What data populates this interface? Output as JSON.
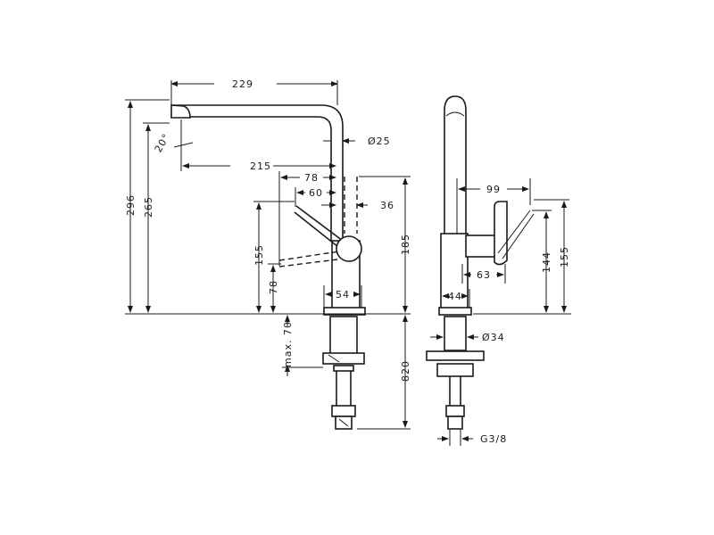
{
  "dimensions": {
    "reach_total": "229",
    "height_total": "296",
    "height_outlet": "265",
    "spout_diameter": "Ø25",
    "outlet_offset": "215",
    "handle_reach": "78",
    "handle_offset": "60",
    "body_offset": "36",
    "handle_height": "155",
    "handle_low": "78",
    "body_height": "185",
    "base_diameter": "54",
    "max_thickness": "max. 70",
    "hose_length": "820",
    "side_handle_reach": "99",
    "side_handle_offset": "63",
    "side_base": "44",
    "side_height_1": "144",
    "side_height_2": "155",
    "side_shank": "Ø34",
    "thread": "G3/8",
    "aerator_tilt": "20°"
  }
}
